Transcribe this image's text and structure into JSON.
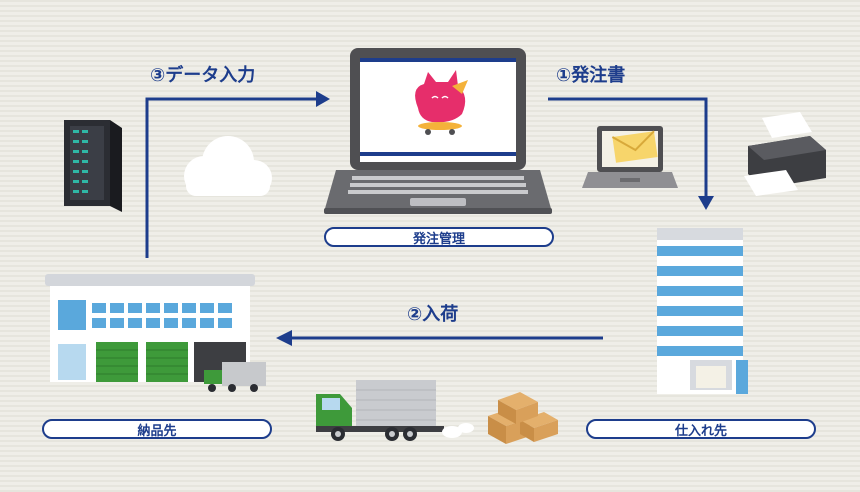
{
  "flow_labels": {
    "step1": "①発注書",
    "step2": "②入荷",
    "step3": "③データ入力"
  },
  "nodes": {
    "order_management": "発注管理",
    "supplier": "仕入れ先",
    "delivery_destination": "納品先"
  },
  "colors": {
    "navy": "#1d3d8c",
    "background": "#ecebe4",
    "cat_pink": "#e62e6b",
    "truck_green": "#3e9a3a",
    "building_blue": "#5aa8dc"
  },
  "icons": [
    "laptop-icon",
    "cat-mascot-icon",
    "server-rack-icon",
    "cloud-icon",
    "email-laptop-icon",
    "printer-icon",
    "office-building-icon",
    "warehouse-icon",
    "truck-icon",
    "cardboard-boxes-icon"
  ]
}
